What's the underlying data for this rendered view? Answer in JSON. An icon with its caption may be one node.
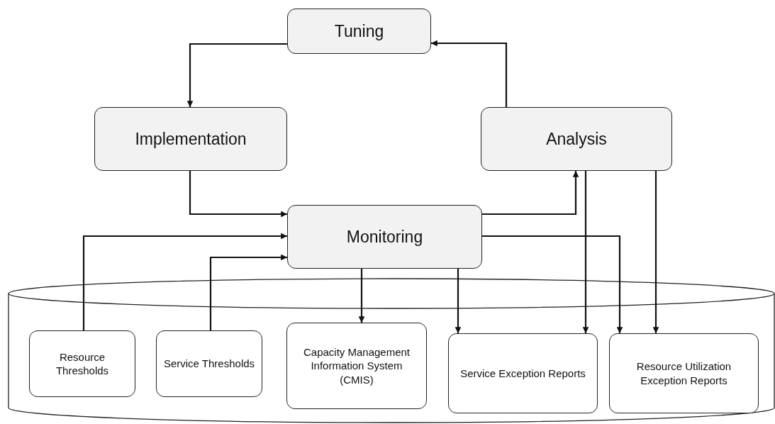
{
  "diagram": {
    "nodes": [
      {
        "text": [
          "Tuning"
        ]
      },
      {
        "text": [
          "Implementation"
        ]
      },
      {
        "text": [
          "Analysis"
        ]
      },
      {
        "text": [
          "Monitoring"
        ]
      },
      {
        "text": [],
        "shape": "cylinder"
      },
      {
        "text": [
          "Resource Thresholds"
        ],
        "in": 4
      },
      {
        "text": [
          "Service Thresholds"
        ],
        "in": 4
      },
      {
        "text": [
          "Capacity Management Information System (CMIS)"
        ],
        "in": 4
      },
      {
        "text": [
          "Service Exception Reports"
        ],
        "in": 4
      },
      {
        "text": [
          "Resource Utilization Exception Reports"
        ],
        "in": 4
      }
    ],
    "edges": [
      {
        "from": 2,
        "to": 0,
        "arrow": "to"
      },
      {
        "from": 0,
        "to": 1,
        "arrow": "to"
      },
      {
        "from": 1,
        "to": 3,
        "arrow": "to"
      },
      {
        "from": 5,
        "to": 3,
        "arrow": "to"
      },
      {
        "from": 6,
        "to": 3,
        "arrow": "to"
      },
      {
        "from": 3,
        "to": 2,
        "arrow": "to"
      },
      {
        "from": 3,
        "to": 7,
        "arrow": "to"
      },
      {
        "from": 3,
        "to": 8,
        "arrow": "to"
      },
      {
        "from": 2,
        "to": 8,
        "arrow": "to"
      },
      {
        "from": 3,
        "to": 9,
        "arrow": "to"
      },
      {
        "from": 2,
        "to": 9,
        "arrow": "to"
      }
    ]
  }
}
